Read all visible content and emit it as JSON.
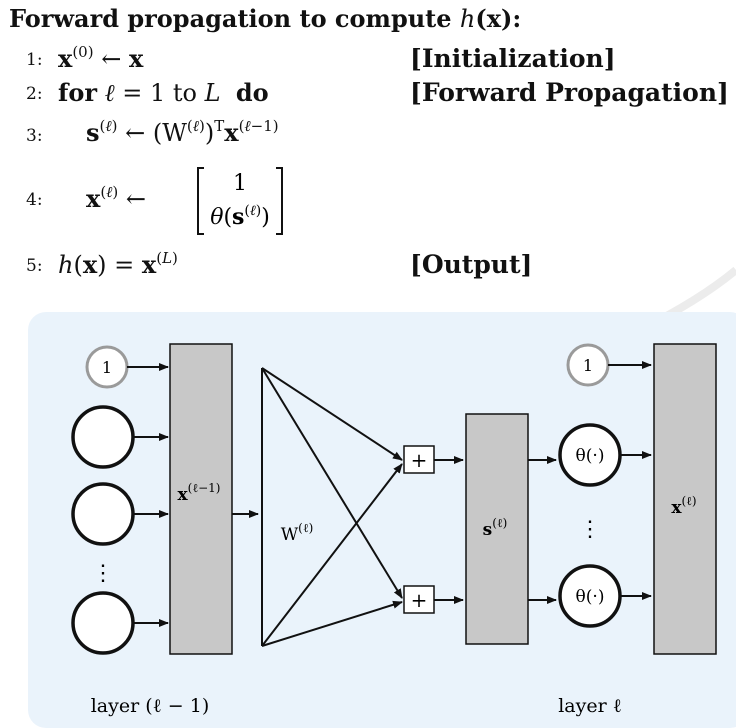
{
  "algorithm": {
    "title_text": "Forward propagation to compute ",
    "title_math": "h(x):",
    "lines": [
      {
        "num": "1:",
        "stmt": "x(0) ← x",
        "comment": "[Initialization]"
      },
      {
        "num": "2:",
        "stmt": "for ℓ = 1 to L do",
        "comment": "[Forward Propagation]"
      },
      {
        "num": "3:",
        "stmt": "s(ℓ) ← (W(ℓ))ᵀ x(ℓ−1)",
        "comment": ""
      },
      {
        "num": "4:",
        "stmt": "x(ℓ) ← [ 1 ; θ(s(ℓ)) ]",
        "comment": ""
      },
      {
        "num": "5:",
        "stmt": "h(x) = x(L)",
        "comment": "[Output]"
      }
    ]
  },
  "diagram": {
    "bias_left": "1",
    "bias_right": "1",
    "x_prev_label": "x(ℓ−1)",
    "weight_label": "W(ℓ)",
    "s_label": "s(ℓ)",
    "x_cur_label": "x(ℓ)",
    "theta_label": "θ(·)",
    "plus": "+",
    "dots": "⋮",
    "layer_left": "layer (ℓ − 1)",
    "layer_right": "layer ℓ"
  },
  "colors": {
    "panel_bg": "#eaf3fb",
    "box_fill": "#c8c8c8",
    "bias_stroke": "#9a9a9a"
  }
}
